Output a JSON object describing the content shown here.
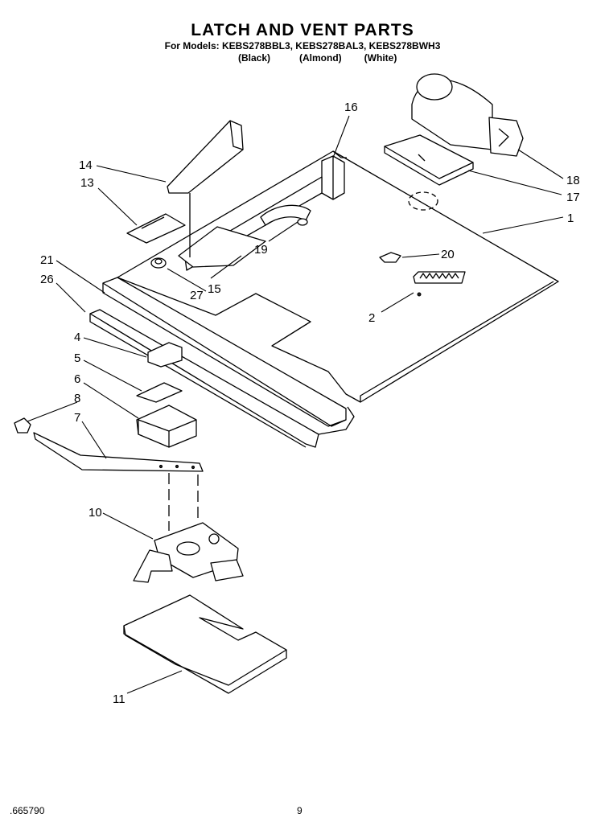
{
  "header": {
    "title": "LATCH AND VENT PARTS",
    "models": "For Models: KEBS278BBL3, KEBS278BAL3, KEBS278BWH3",
    "color_black": "(Black)",
    "color_almond": "(Almond)",
    "color_white": "(White)"
  },
  "callouts": [
    "14",
    "13",
    "16",
    "18",
    "17",
    "1",
    "19",
    "20",
    "21",
    "26",
    "27",
    "15",
    "2",
    "4",
    "5",
    "6",
    "8",
    "7",
    "10",
    "11"
  ],
  "footer": {
    "code": ".665790",
    "page": "9"
  }
}
